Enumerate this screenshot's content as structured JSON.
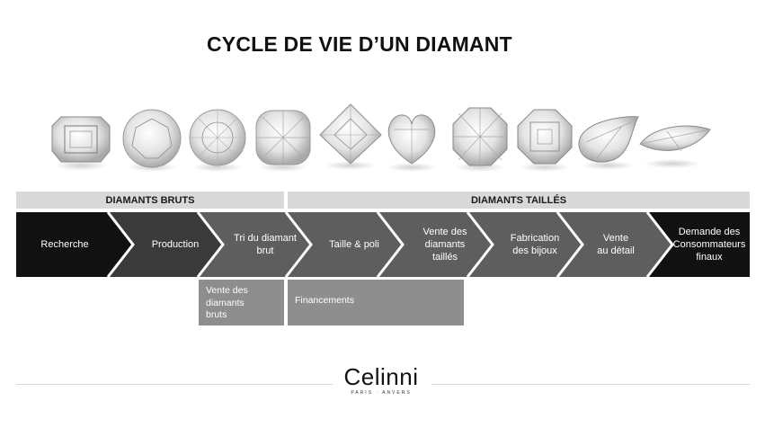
{
  "title": "CYCLE DE VIE D’UN DIAMANT",
  "gems": [
    "emerald-cut-diamond-icon",
    "round-diamond-icon",
    "round-brilliant-diamond-icon",
    "cushion-diamond-icon",
    "princess-diamond-icon",
    "heart-diamond-icon",
    "radiant-diamond-icon",
    "asscher-diamond-icon",
    "pear-diamond-icon",
    "marquise-diamond-icon"
  ],
  "bands": {
    "rough": "DIAMANTS BRUTS",
    "cut": "DIAMANTS TAILLÉS"
  },
  "steps": [
    "Recherche",
    "Production",
    "Tri du diamant\nbrut",
    "Taille & poli",
    "Vente des\ndiamants\ntaillés",
    "Fabrication\ndes bijoux",
    "Vente\nau détail",
    "Demande des\nConsommateurs\nfinaux"
  ],
  "sub_boxes": {
    "rough_sales": "Vente des\ndiamants\nbruts",
    "financing": "Financements"
  },
  "logo": {
    "name": "Celinni",
    "tagline": "PARIS · ANVERS"
  },
  "colors": {
    "black": "#111111",
    "dark": "#3a3a3a",
    "mid": "#5e5e5e",
    "band": "#d9d9d9",
    "subbox": "#8e8e8e"
  }
}
